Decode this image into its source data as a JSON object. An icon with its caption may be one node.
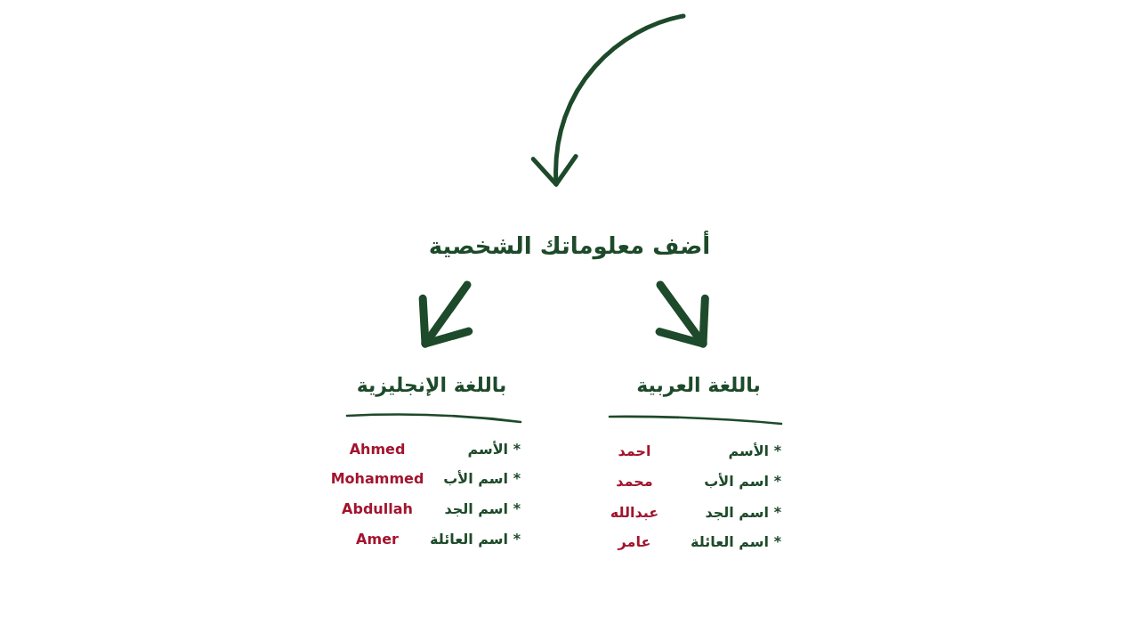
{
  "diagram": {
    "nodes": [
      {
        "text": [
          "أضف معلوماتك الشخصية"
        ]
      },
      {
        "text": [
          "باللغة العربية"
        ]
      },
      {
        "text": [
          "باللغة الإنجليزية"
        ]
      }
    ],
    "edges": [
      {
        "from": null,
        "to": 0,
        "arrow": "to"
      },
      {
        "from": 0,
        "to": 1,
        "arrow": "to"
      },
      {
        "from": 0,
        "to": 2,
        "arrow": "to"
      }
    ],
    "labels": [
      "* الأسم",
      "احمد",
      "* اسم الأب",
      "محمد",
      "* اسم الجد",
      "عبدالله",
      "* اسم العائلة",
      "عامر",
      "* الأسم",
      "Ahmed",
      "* اسم الأب",
      "Mohammed",
      "* اسم الجد",
      "Abdullah",
      "* اسم العائلة",
      "Amer"
    ]
  }
}
